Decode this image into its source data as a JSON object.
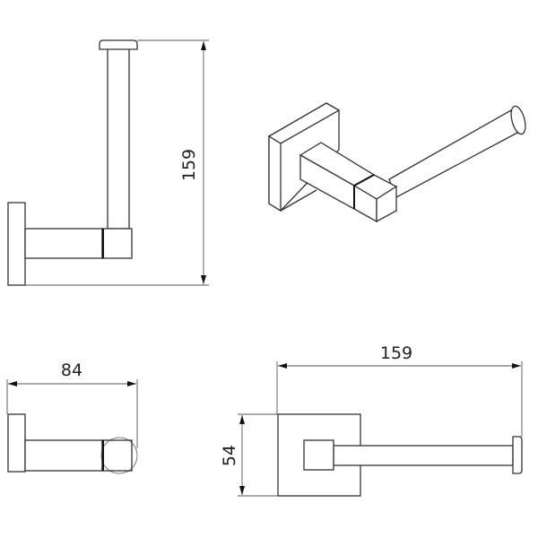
{
  "dimensions": {
    "side_height": "159",
    "side_depth": "84",
    "front_width": "159",
    "front_height": "54"
  },
  "colors": {
    "line": "#333333",
    "dimension": "#555555",
    "background": "#ffffff"
  }
}
